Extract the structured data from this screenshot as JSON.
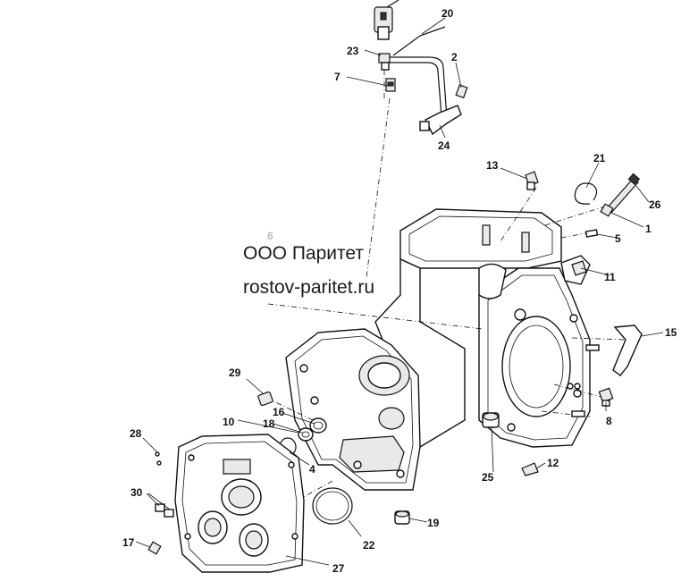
{
  "watermark": {
    "company": "ООО Паритет",
    "site": "rostov-paritet.ru"
  },
  "callouts": [
    {
      "id": "c20",
      "label": "20"
    },
    {
      "id": "c23",
      "label": "23"
    },
    {
      "id": "c2",
      "label": "2"
    },
    {
      "id": "c7",
      "label": "7"
    },
    {
      "id": "c24",
      "label": "24"
    },
    {
      "id": "c13",
      "label": "13"
    },
    {
      "id": "c21",
      "label": "21"
    },
    {
      "id": "c26",
      "label": "26"
    },
    {
      "id": "c1",
      "label": "1"
    },
    {
      "id": "c5",
      "label": "5"
    },
    {
      "id": "c6",
      "label": "6"
    },
    {
      "id": "c11",
      "label": "11"
    },
    {
      "id": "c15",
      "label": "15"
    },
    {
      "id": "c29",
      "label": "29"
    },
    {
      "id": "c16",
      "label": "16"
    },
    {
      "id": "c10",
      "label": "10"
    },
    {
      "id": "c18",
      "label": "18"
    },
    {
      "id": "c28",
      "label": "28"
    },
    {
      "id": "c4",
      "label": "4"
    },
    {
      "id": "c8",
      "label": "8"
    },
    {
      "id": "c12",
      "label": "12"
    },
    {
      "id": "c25",
      "label": "25"
    },
    {
      "id": "c30",
      "label": "30"
    },
    {
      "id": "c19",
      "label": "19"
    },
    {
      "id": "c22",
      "label": "22"
    },
    {
      "id": "c17",
      "label": "17"
    },
    {
      "id": "c27",
      "label": "27"
    }
  ]
}
